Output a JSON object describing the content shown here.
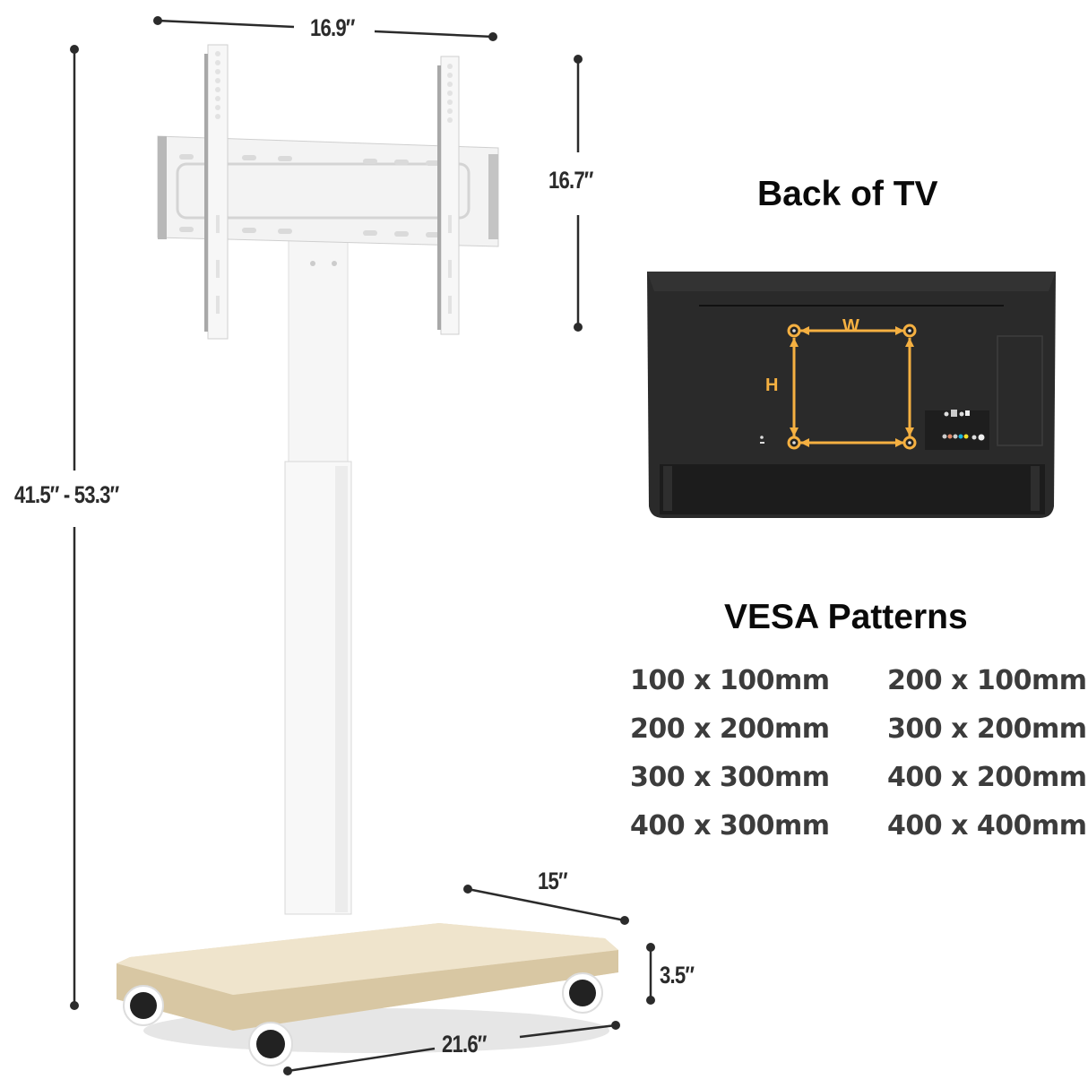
{
  "dimensions": {
    "mount_width": "16.9″",
    "mount_height": "16.7″",
    "overall_height": "41.5″ - 53.3″",
    "base_depth": "15″",
    "base_height": "3.5″",
    "base_width": "21.6″"
  },
  "back_of_tv": {
    "title": "Back of TV",
    "width_label": "W",
    "height_label": "H",
    "accent_color": "#f5b041"
  },
  "vesa": {
    "title": "VESA Patterns",
    "left_column": [
      "100 x 100mm",
      "200 x 200mm",
      "300 x 300mm",
      "400 x 300mm"
    ],
    "right_column": [
      "200 x 100mm",
      "300 x 200mm",
      "400 x 200mm",
      "400 x 400mm"
    ]
  },
  "colors": {
    "dimension_line": "#2b2b2b",
    "tv_body": "#1f1f1f",
    "base_wood": "#e9dcc0",
    "stand": "#f4f4f4"
  }
}
